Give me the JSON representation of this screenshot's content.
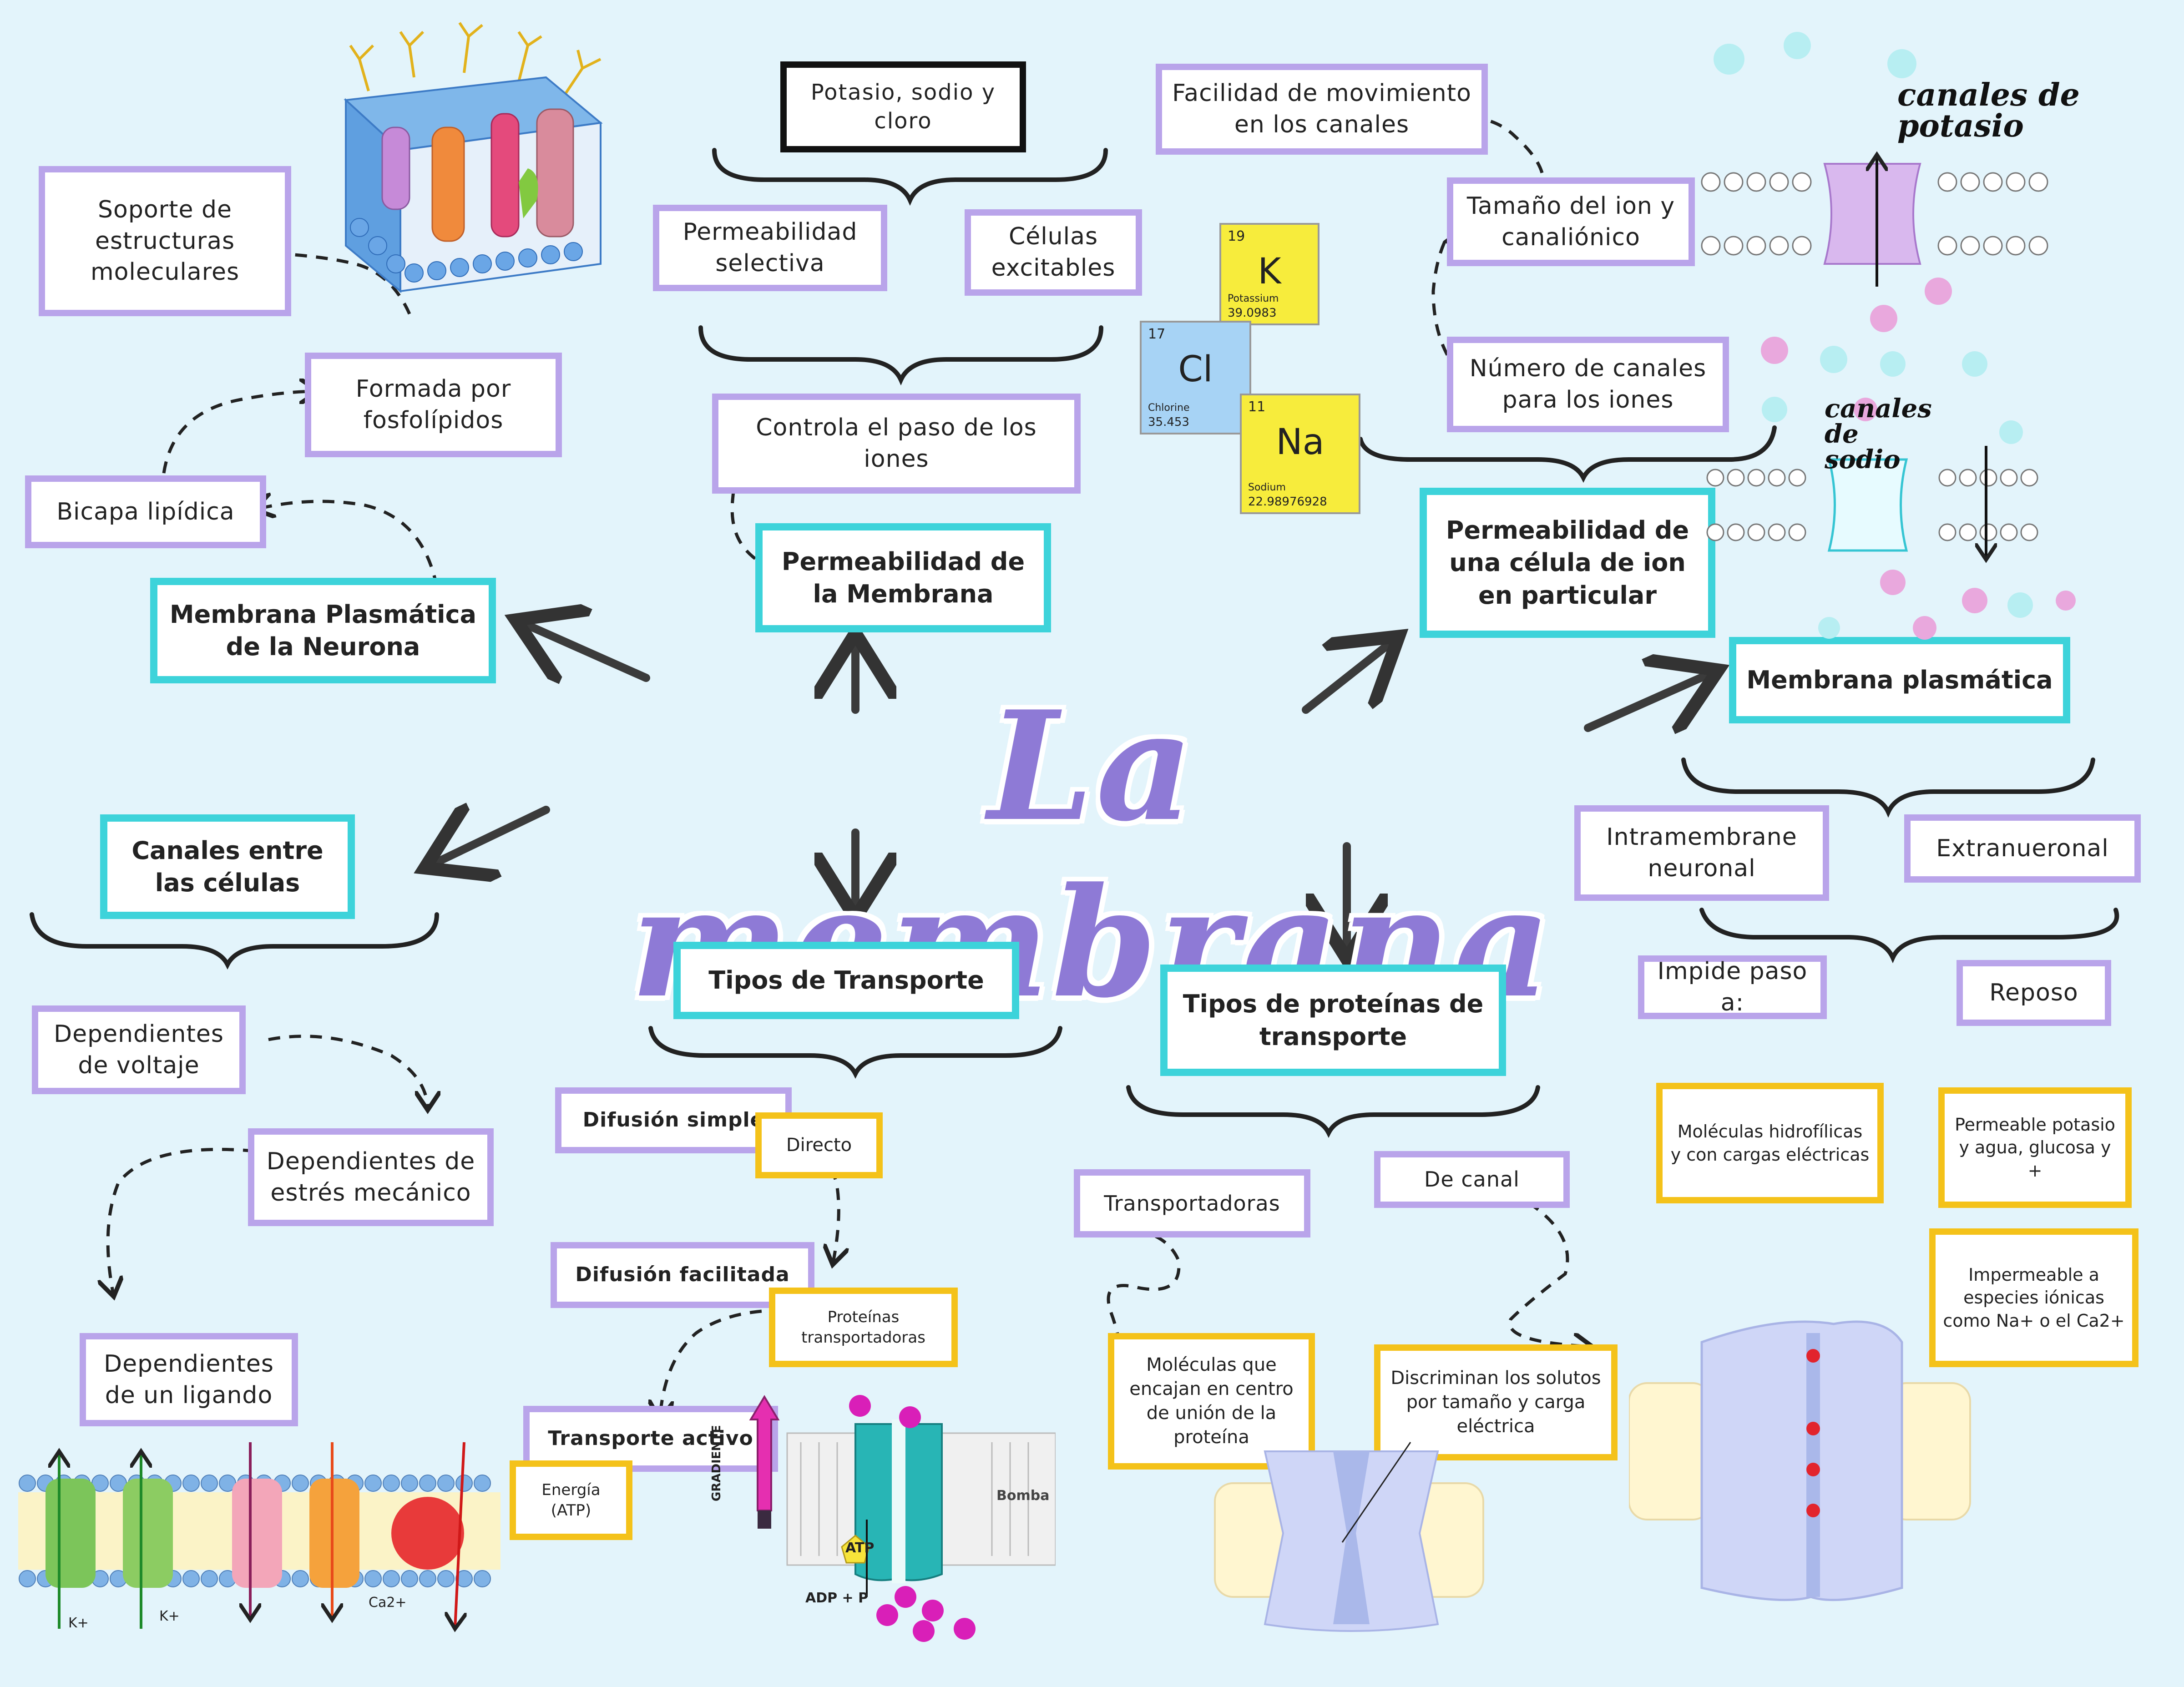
{
  "title": "La membrana",
  "colors": {
    "background": "#e3f4fb",
    "purple_border": "#b9a4ea",
    "cyan_border": "#3dd3da",
    "yellow_border": "#f4c21a",
    "title": "#8e7ad6"
  },
  "center_nodes": {
    "neurona": "Membrana Plasmática de la Neurona",
    "permeabilidad": "Permeabilidad de la Membrana",
    "particular": "Permeabilidad de una célula de ion en particular",
    "plasmatica": "Membrana plasmática",
    "canales": "Canales entre las células",
    "tipos_transporte": "Tipos de Transporte",
    "tipos_proteinas": "Tipos de proteínas de transporte"
  },
  "left": {
    "soporte": "Soporte de estructuras moleculares",
    "formada": "Formada por fosfolípidos",
    "bicapa": "Bicapa lipídica"
  },
  "top": {
    "potasio": "Potasio, sodio y cloro",
    "selectiva": "Permeabilidad selectiva",
    "excitables": "Células excitables",
    "controla": "Controla el paso de los iones"
  },
  "right_top": {
    "facilidad": "Facilidad de movimiento en los canales",
    "tamano": "Tamaño del ion y canaliónico",
    "numero": "Número de canales para los iones"
  },
  "elements": [
    {
      "num": "19",
      "sym": "K",
      "name": "Potassium",
      "mass": "39.0983",
      "color": "#f7ec3c"
    },
    {
      "num": "17",
      "sym": "Cl",
      "name": "Chlorine",
      "mass": "35.453",
      "color": "#a7d3f5"
    },
    {
      "num": "11",
      "sym": "Na",
      "name": "Sodium",
      "mass": "22.98976928",
      "color": "#f7ec3c"
    }
  ],
  "ion_labels": {
    "potasio": "canales de potasio",
    "sodio": "canales de sodio"
  },
  "plasmatica": {
    "intra": "Intramembrane neuronal",
    "extra": "Extranueronal",
    "impide": "Impide paso a:",
    "reposo": "Reposo",
    "moleculas": "Moléculas hidrofílicas y con cargas eléctricas",
    "permeable": "Permeable potasio y agua, glucosa y +",
    "impermeable": "Impermeable a especies iónicas como Na+ o el Ca2+"
  },
  "canales": {
    "voltaje": "Dependientes de voltaje",
    "estres": "Dependientes de estrés mecánico",
    "ligando": "Dependientes de un ligando",
    "ions": [
      "K+",
      "K+",
      "Ca2+"
    ]
  },
  "transporte": {
    "difusion_simple": "Difusión simple",
    "directo": "Directo",
    "difusion_facilitada": "Difusión facilitada",
    "proteinas": "Proteínas transportadoras",
    "activo": "Transporte activo",
    "energia": "Energía (ATP)",
    "gradiente": "GRADIENTE",
    "bomba": "Bomba",
    "atp": "ATP",
    "adp": "ADP + P"
  },
  "proteinas": {
    "transportadoras": "Transportadoras",
    "de_canal": "De canal",
    "encajan": "Moléculas que encajan en centro de unión de la proteína",
    "discriminan": "Discriminan los solutos por tamaño y carga eléctrica"
  }
}
